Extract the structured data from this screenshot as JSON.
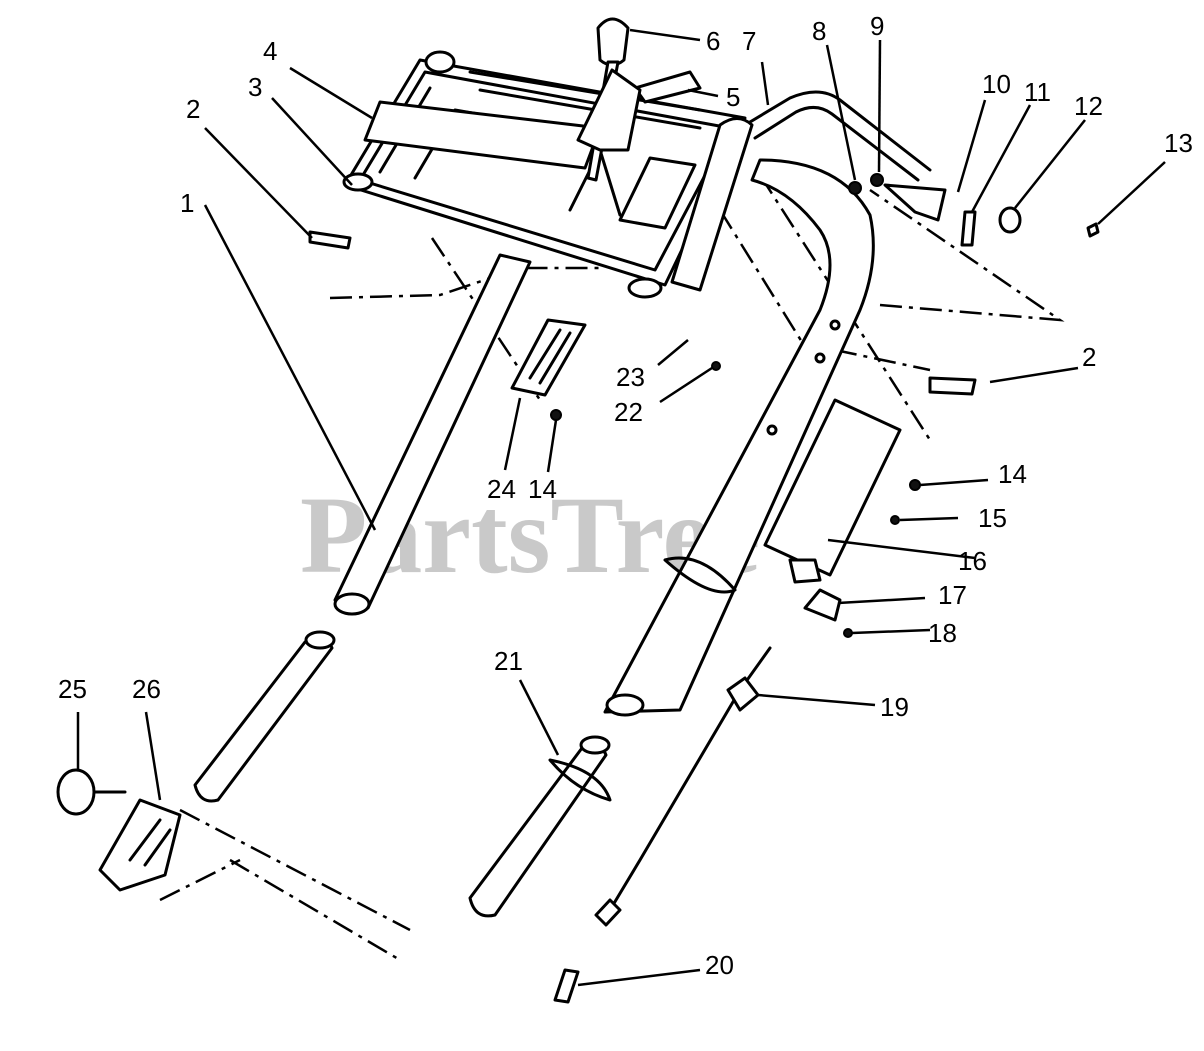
{
  "watermark": "PartsTree",
  "callouts": [
    "1",
    "2",
    "2",
    "3",
    "4",
    "5",
    "6",
    "7",
    "8",
    "9",
    "10",
    "11",
    "12",
    "13",
    "14",
    "14",
    "15",
    "16",
    "17",
    "18",
    "19",
    "20",
    "21",
    "22",
    "23",
    "24",
    "25",
    "26"
  ],
  "palette": {
    "ink": "#000000",
    "paper": "#ffffff",
    "watermark": "#c9c9c9"
  }
}
